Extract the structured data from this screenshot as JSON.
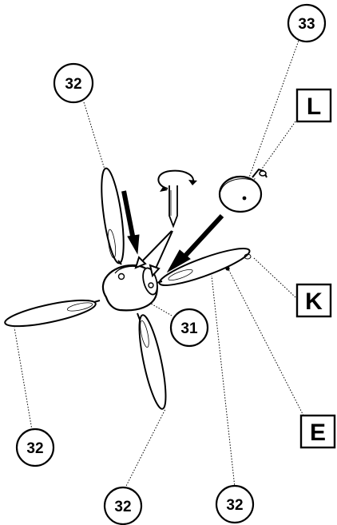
{
  "callouts": {
    "propeller_hub": "31",
    "spinner_cap": "33",
    "blade_top_left": "32",
    "blade_left": "32",
    "blade_bottom": "32",
    "blade_right": "32"
  },
  "boxed_labels": {
    "spinner_point": "L",
    "blade_tip_point": "K",
    "blade_mid_point": "E"
  },
  "colors": {
    "ink": "#000000",
    "background": "#ffffff"
  }
}
